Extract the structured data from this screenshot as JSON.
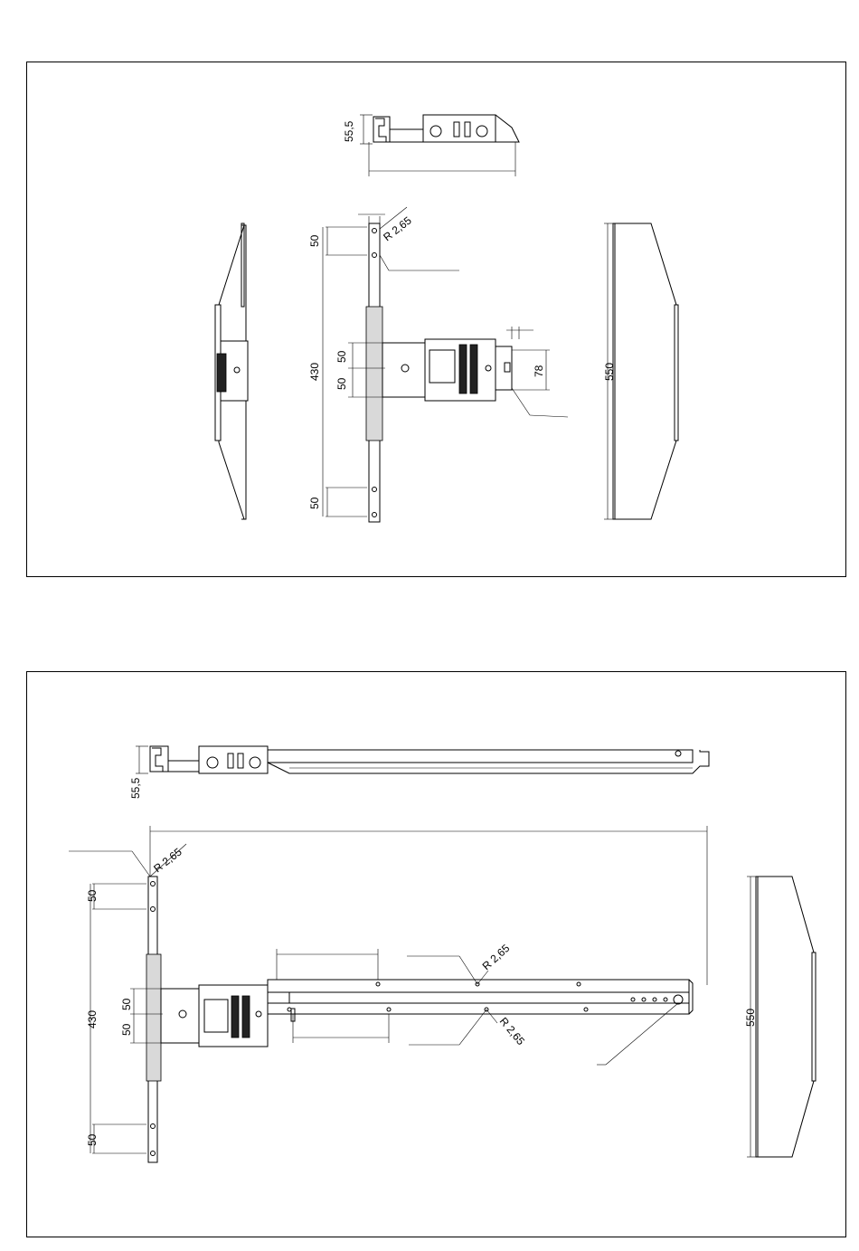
{
  "sheet1": {
    "dims": {
      "top_height": "55,5",
      "radius_top": "R 2,65",
      "left_50_top": "50",
      "left_430": "430",
      "left_50_bottom": "50",
      "center_50_upper": "50",
      "center_50_lower": "50",
      "right_78": "78",
      "width_550": "550"
    }
  },
  "sheet2": {
    "dims": {
      "top_height": "55,5",
      "radius_left": "R 2,65",
      "left_50_top": "50",
      "left_430": "430",
      "left_50_bottom": "50",
      "center_50_upper": "50",
      "center_50_lower": "50",
      "radius_rail_top": "R 2,65",
      "radius_rail_bottom": "R 2,65",
      "width_550": "550"
    }
  }
}
